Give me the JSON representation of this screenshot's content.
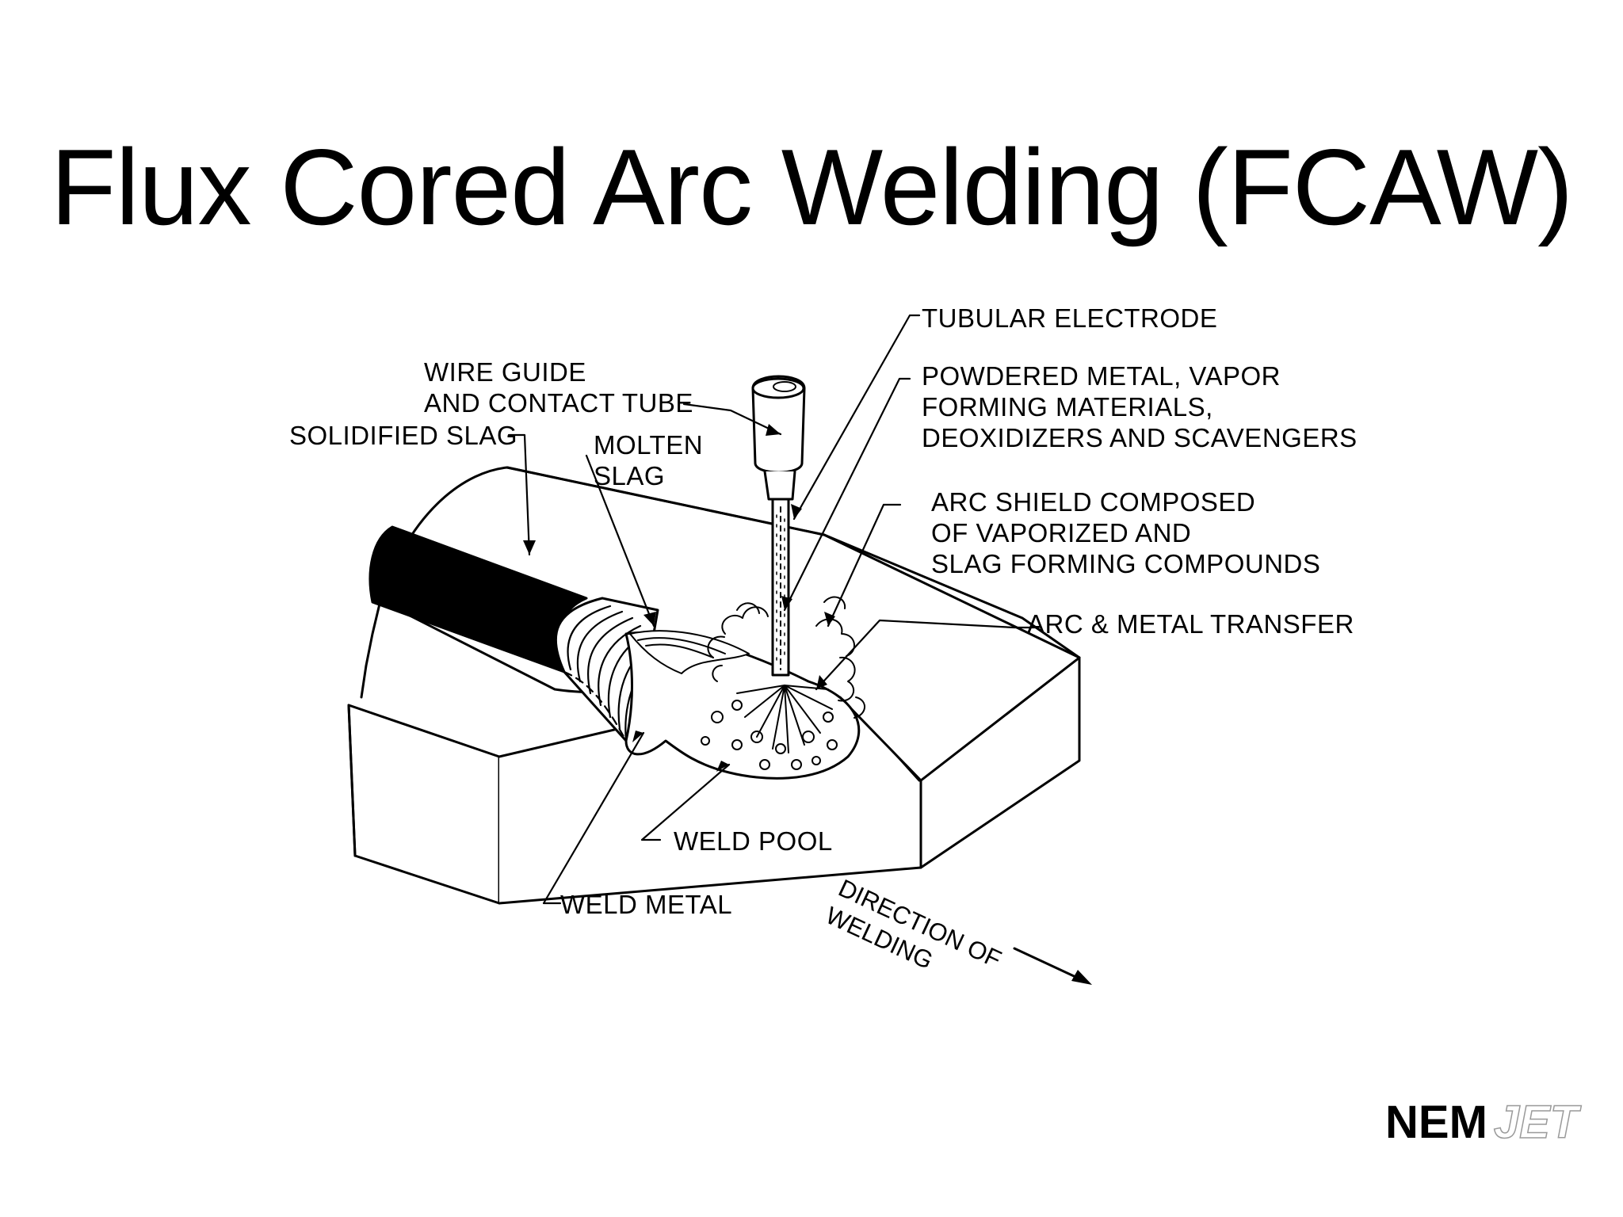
{
  "slide": {
    "title": "Flux Cored Arc Welding (FCAW)"
  },
  "labels": {
    "tubular_electrode": "TUBULAR ELECTRODE",
    "wire_guide": "WIRE GUIDE\nAND CONTACT TUBE",
    "powdered_metal": "POWDERED METAL, VAPOR\nFORMING MATERIALS,\nDEOXIDIZERS AND SCAVENGERS",
    "solidified_slag": "SOLIDIFIED SLAG",
    "molten_slag": "MOLTEN\nSLAG",
    "arc_shield": "ARC SHIELD COMPOSED\nOF VAPORIZED AND\nSLAG FORMING COMPOUNDS",
    "arc_metal_transfer": "ARC & METAL TRANSFER",
    "weld_pool": "WELD POOL",
    "weld_metal": "WELD METAL",
    "direction": "DIRECTION OF\nWELDING"
  },
  "logo": {
    "part1": "NEM",
    "part2": "JET"
  }
}
